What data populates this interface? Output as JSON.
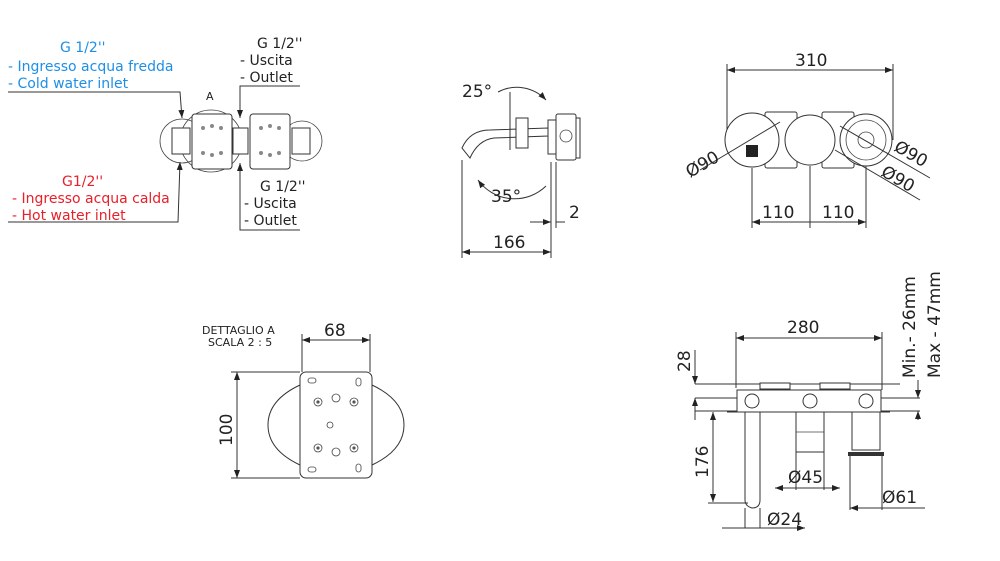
{
  "top_view": {
    "cold_inlet": {
      "size": "G 1/2''",
      "line1": "- Ingresso acqua fredda",
      "line2": "- Cold water inlet",
      "color": "#1e8fe6"
    },
    "hot_inlet": {
      "size": "G1/2''",
      "line1": "- Ingresso acqua calda",
      "line2": "- Hot water inlet",
      "color": "#e8202a"
    },
    "outlet_top": {
      "size": "G 1/2''",
      "line1": "- Uscita",
      "line2": "- Outlet"
    },
    "outlet_bottom": {
      "size": "G 1/2''",
      "line1": "- Uscita",
      "line2": "- Outlet"
    },
    "detail_marker": "A"
  },
  "side_view": {
    "angle_top": "25°",
    "angle_bottom": "35°",
    "depth": "166",
    "plate": "2"
  },
  "front_view": {
    "width": "310",
    "dia_left": "Ø90",
    "dia_right_1": "Ø90",
    "dia_right_2": "Ø90",
    "spacing_left": "110",
    "spacing_right": "110"
  },
  "detail": {
    "title": "DETTAGLIO A",
    "scale": "SCALA 2 : 5",
    "width": "68",
    "height": "100"
  },
  "section_view": {
    "width": "280",
    "offset": "28",
    "spout_length": "176",
    "dia_handle": "Ø45",
    "dia_rosette": "Ø61",
    "dia_spout": "Ø24",
    "wall_min": "Min.- 26mm",
    "wall_max": "Max - 47mm"
  }
}
